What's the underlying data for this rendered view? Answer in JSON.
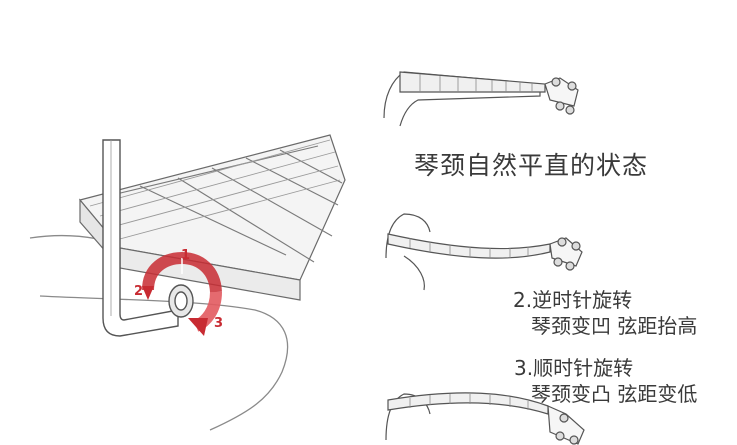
{
  "labels": {
    "natural": "琴颈自然平直的状态",
    "counterclockwise_line1": "2.逆时针旋转",
    "counterclockwise_line2": "琴颈变凹 弦距抬高",
    "clockwise_line1": "3.顺时针旋转",
    "clockwise_line2": "琴颈变凸 弦距变低"
  },
  "rotation_numbers": {
    "one": "1",
    "two": "2",
    "three": "3"
  },
  "colors": {
    "outline": "#555555",
    "light_line": "#9a9a9a",
    "fretboard_fill": "#f2f2f2",
    "rotation_red": "#c82b32",
    "rotation_red_light": "#e25a5f",
    "text": "#3a3a3a"
  }
}
